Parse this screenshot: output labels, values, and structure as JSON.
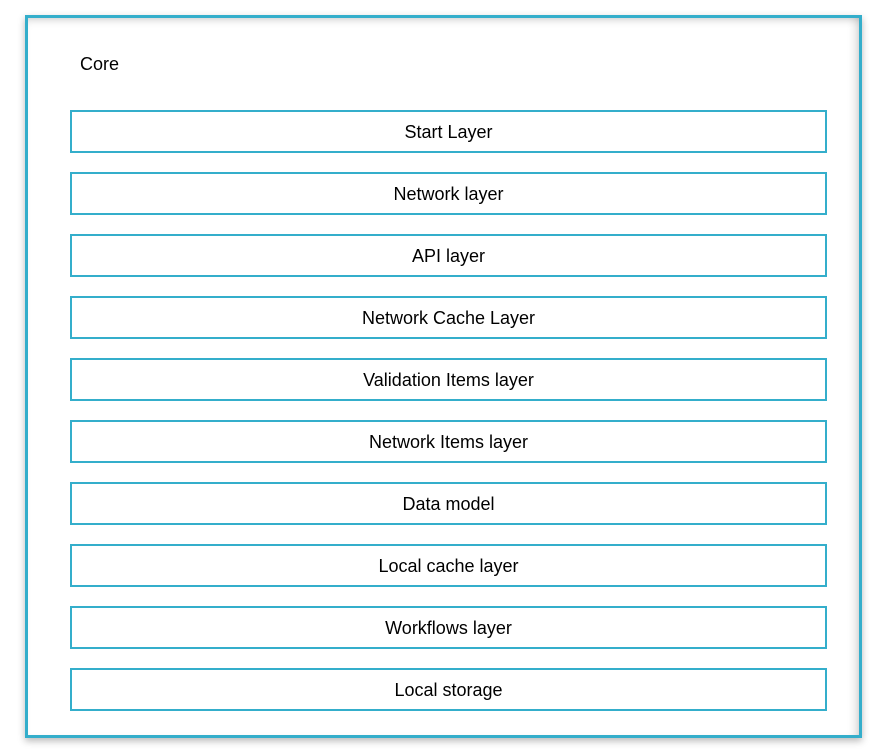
{
  "diagram": {
    "container_label": "Core",
    "layers": [
      {
        "label": "Start Layer"
      },
      {
        "label": "Network layer"
      },
      {
        "label": "API layer"
      },
      {
        "label": "Network Cache Layer"
      },
      {
        "label": "Validation Items layer"
      },
      {
        "label": "Network Items layer"
      },
      {
        "label": "Data model"
      },
      {
        "label": "Local cache layer"
      },
      {
        "label": "Workflows layer"
      },
      {
        "label": "Local storage"
      }
    ],
    "colors": {
      "border": "#34AECB",
      "background": "#ffffff",
      "text": "#000000"
    }
  }
}
